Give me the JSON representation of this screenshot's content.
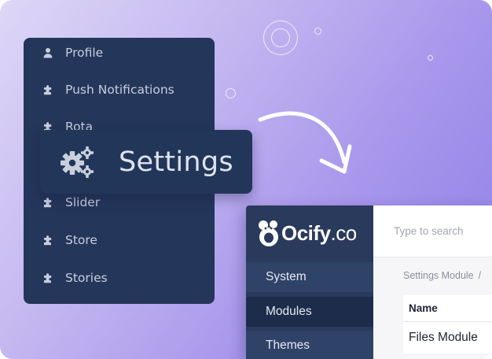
{
  "sidebar": {
    "items": [
      {
        "label": "Profile",
        "icon": "user-icon"
      },
      {
        "label": "Push Notifications",
        "icon": "puzzle-icon"
      },
      {
        "label": "Rota",
        "icon": "puzzle-icon"
      },
      {
        "label": "Slider",
        "icon": "puzzle-icon"
      },
      {
        "label": "Store",
        "icon": "puzzle-icon"
      },
      {
        "label": "Stories",
        "icon": "puzzle-icon"
      }
    ]
  },
  "highlight": {
    "label": "Settings",
    "icon": "gears-icon"
  },
  "app": {
    "brand": {
      "name": "Ocify",
      "tld": ".co"
    },
    "nav": [
      {
        "label": "System"
      },
      {
        "label": "Modules"
      },
      {
        "label": "Themes"
      }
    ],
    "search": {
      "placeholder": "Type to search"
    },
    "breadcrumb": {
      "current": "Settings Module",
      "separator": "/"
    },
    "table": {
      "columns": [
        "Name"
      ],
      "rows": [
        [
          "Files Module"
        ]
      ]
    }
  },
  "colors": {
    "panel_dark": "#24365a",
    "app_sidebar": "#2a3a5c",
    "active_nav": "#1d2c4a",
    "gradient_start": "#ded7f7",
    "gradient_end": "#8f7fe6"
  }
}
